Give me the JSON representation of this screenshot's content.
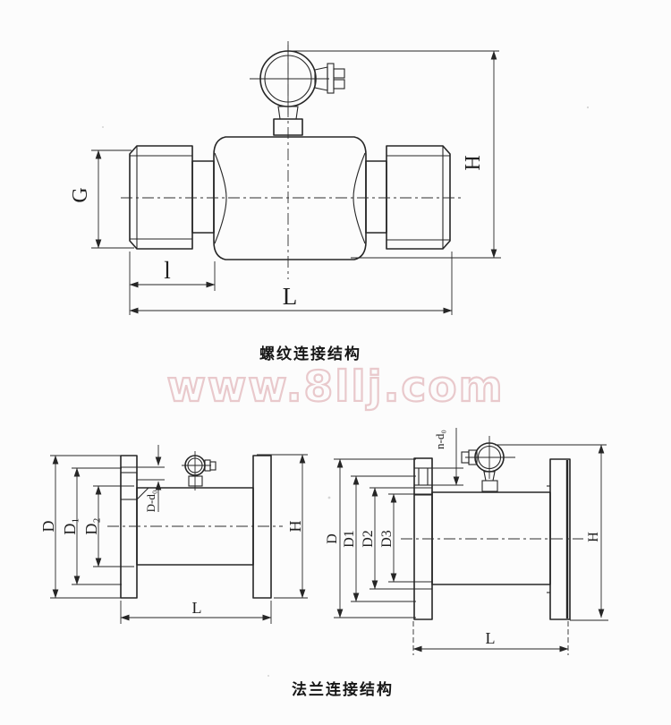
{
  "page": {
    "background": "#fcfcfc",
    "ink": "#262626"
  },
  "watermark": {
    "text": "www.8llj.com",
    "color": "#e3b8bc"
  },
  "threaded_view": {
    "caption": "螺纹连接结构",
    "dims": {
      "G": "G",
      "H": "H",
      "l": "l",
      "L": "L"
    }
  },
  "flange_views": {
    "caption": "法兰连接结构",
    "left": {
      "D": "D",
      "D1": "D₁",
      "D2": "D₂",
      "bolt": "D-d₀",
      "H": "H",
      "L": "L"
    },
    "right": {
      "D": "D",
      "D1": "D1",
      "D2": "D2",
      "D3": "D3",
      "bolt": "n-d₀",
      "H": "H",
      "L": "L"
    }
  }
}
